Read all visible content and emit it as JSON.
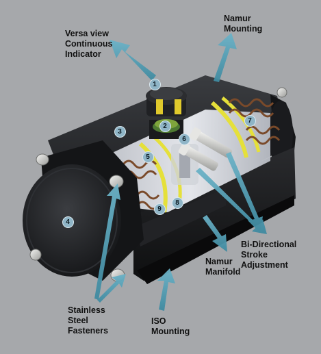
{
  "labels": {
    "versa_view": "Versa view\nContinuous\nIndicator",
    "namur_mounting": "Namur\nMounting",
    "bi_directional": "Bi-Directional\nStroke\nAdjustment",
    "namur_manifold": "Namur\nManifold",
    "stainless_fasteners": "Stainless\nSteel\nFasteners",
    "iso_mounting": "ISO\nMounting"
  },
  "numbers": [
    "1",
    "2",
    "3",
    "4",
    "5",
    "6",
    "7",
    "8",
    "9"
  ],
  "colors": {
    "background": "#a6a8ab",
    "body": "#1c1d20",
    "arrow": "#5fa4b8",
    "spring": "#7a4a2a",
    "yellow_band": "#e5e03a",
    "badge": "#8fb5c7"
  }
}
